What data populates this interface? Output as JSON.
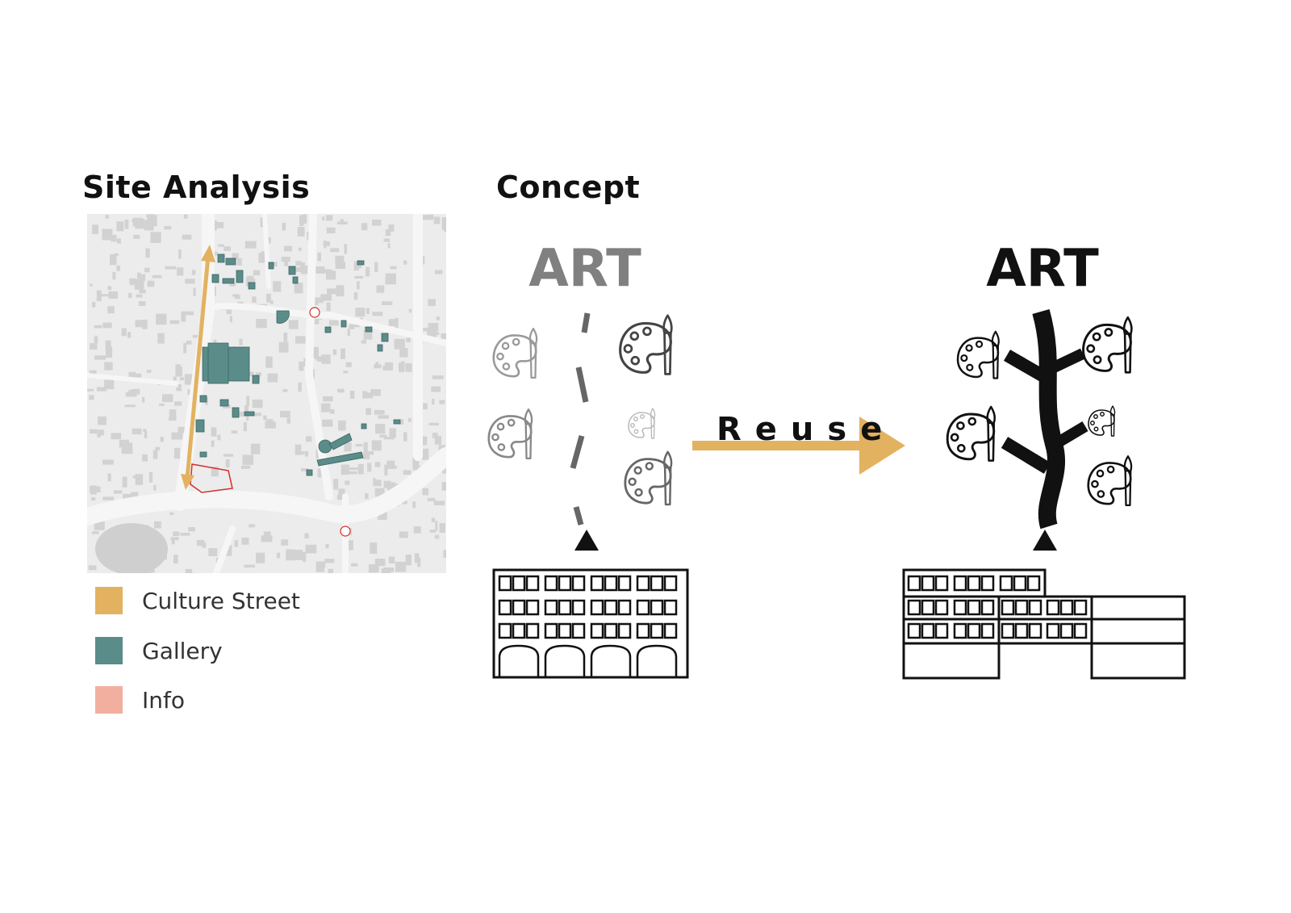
{
  "site_analysis": {
    "title": "Site Analysis",
    "legend": [
      {
        "label": "Culture Street",
        "color": "#E3B260"
      },
      {
        "label": "Gallery",
        "color": "#5A8C8A"
      },
      {
        "label": "Info",
        "color": "#F2AFA0"
      }
    ]
  },
  "concept": {
    "title": "Concept",
    "before": {
      "label": "ART",
      "color": "#808080"
    },
    "after": {
      "label": "ART",
      "color": "#111111"
    },
    "arrow": {
      "label": "Reuse",
      "color": "#E3B260"
    }
  },
  "icons": [
    "palette-icon",
    "building-icon",
    "triangle-entrance-icon",
    "double-arrow-icon"
  ]
}
